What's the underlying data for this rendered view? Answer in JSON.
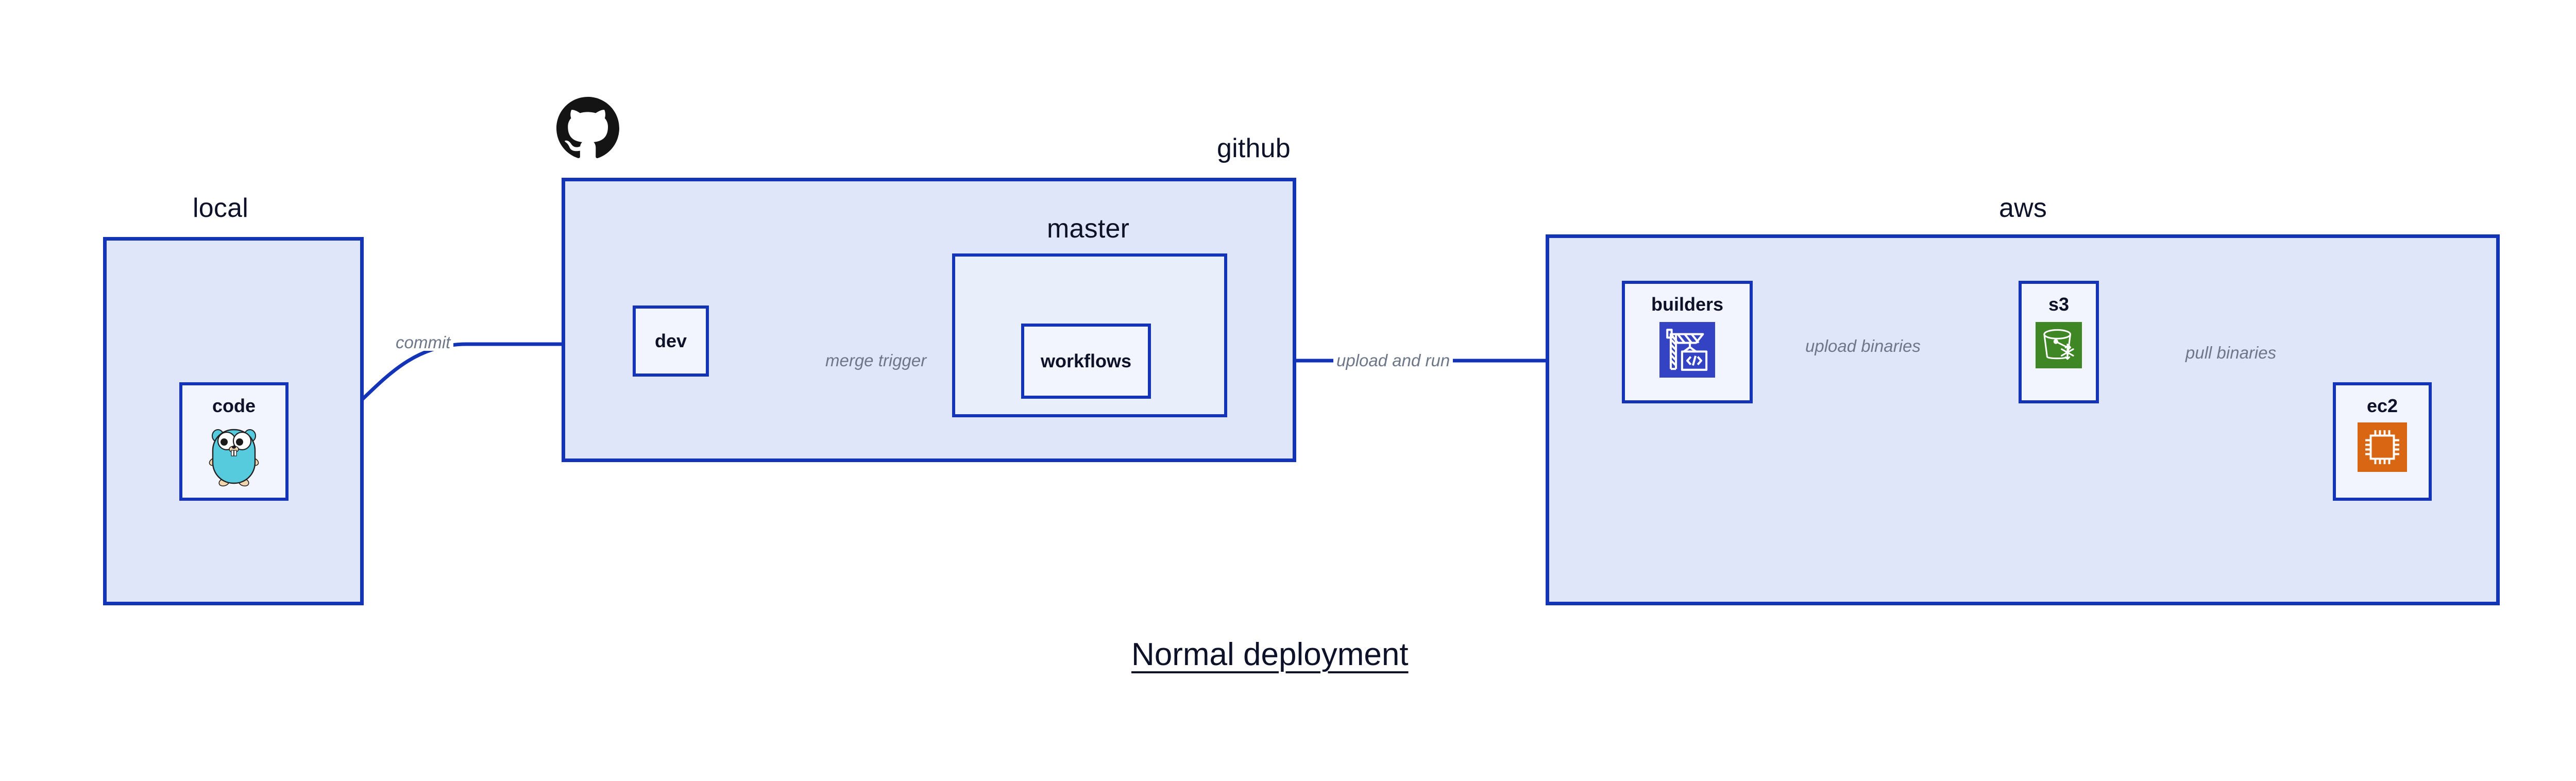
{
  "title": "Normal deployment",
  "groups": [
    {
      "id": "local",
      "label": "local"
    },
    {
      "id": "github",
      "label": "github"
    },
    {
      "id": "master",
      "label": "master"
    },
    {
      "id": "aws",
      "label": "aws"
    }
  ],
  "nodes": [
    {
      "id": "code",
      "label": "code",
      "icon": "go-gopher-icon"
    },
    {
      "id": "dev",
      "label": "dev",
      "icon": "none"
    },
    {
      "id": "workflows",
      "label": "workflows",
      "icon": "none"
    },
    {
      "id": "builders",
      "label": "builders",
      "icon": "crane-code-icon"
    },
    {
      "id": "s3",
      "label": "s3",
      "icon": "s3-bucket-icon"
    },
    {
      "id": "ec2",
      "label": "ec2",
      "icon": "cpu-chip-icon"
    }
  ],
  "edges": [
    {
      "id": "commit",
      "label": "commit",
      "from": "code",
      "to": "dev"
    },
    {
      "id": "merge-trigger",
      "label": "merge trigger",
      "from": "dev",
      "to": "workflows"
    },
    {
      "id": "upload-run",
      "label": "upload and run",
      "from": "workflows",
      "to": "builders"
    },
    {
      "id": "upload-bin",
      "label": "upload binaries",
      "from": "builders",
      "to": "s3"
    },
    {
      "id": "pull-bin",
      "label": "pull binaries",
      "from": "s3",
      "to": "ec2"
    }
  ],
  "brand": {
    "github_logo": "github-octocat-logo"
  },
  "colors": {
    "container_border": "#1434B8",
    "container_fill": "#E0E6FA",
    "subcontainer_fill": "#E9EEFB",
    "node_fill": "#F2F5FD",
    "edge_label": "#6E7787",
    "text": "#0D1228",
    "go_gopher": "#55CBDD",
    "builders_icon": "#3343C4",
    "s3_icon": "#3F8624",
    "ec2_icon": "#D86613"
  }
}
